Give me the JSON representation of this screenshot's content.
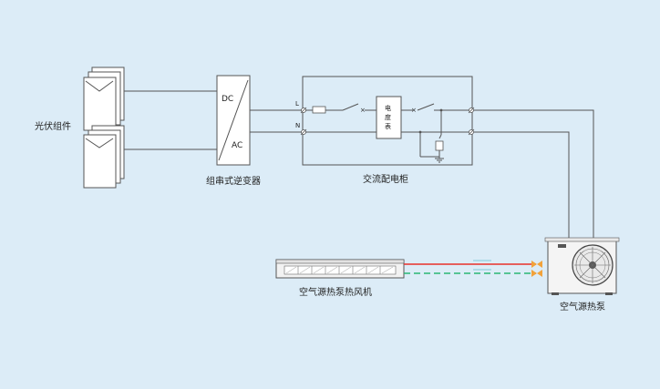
{
  "labels": {
    "pv_modules": "光伏组件",
    "inverter": "组串式逆变器",
    "inverter_dc": "DC",
    "inverter_ac": "AC",
    "ac_cabinet": "交流配电柜",
    "line_l": "L",
    "line_n": "N",
    "meter": "电度表",
    "indoor_unit": "空气源热泵热风机",
    "outdoor_unit": "空气源热泵"
  },
  "colors": {
    "background": "#dcecf7",
    "wire": "#555555",
    "refrigerant_hot": "#e8302a",
    "refrigerant_cold": "#2bb673",
    "valve": "#f2a23a"
  }
}
